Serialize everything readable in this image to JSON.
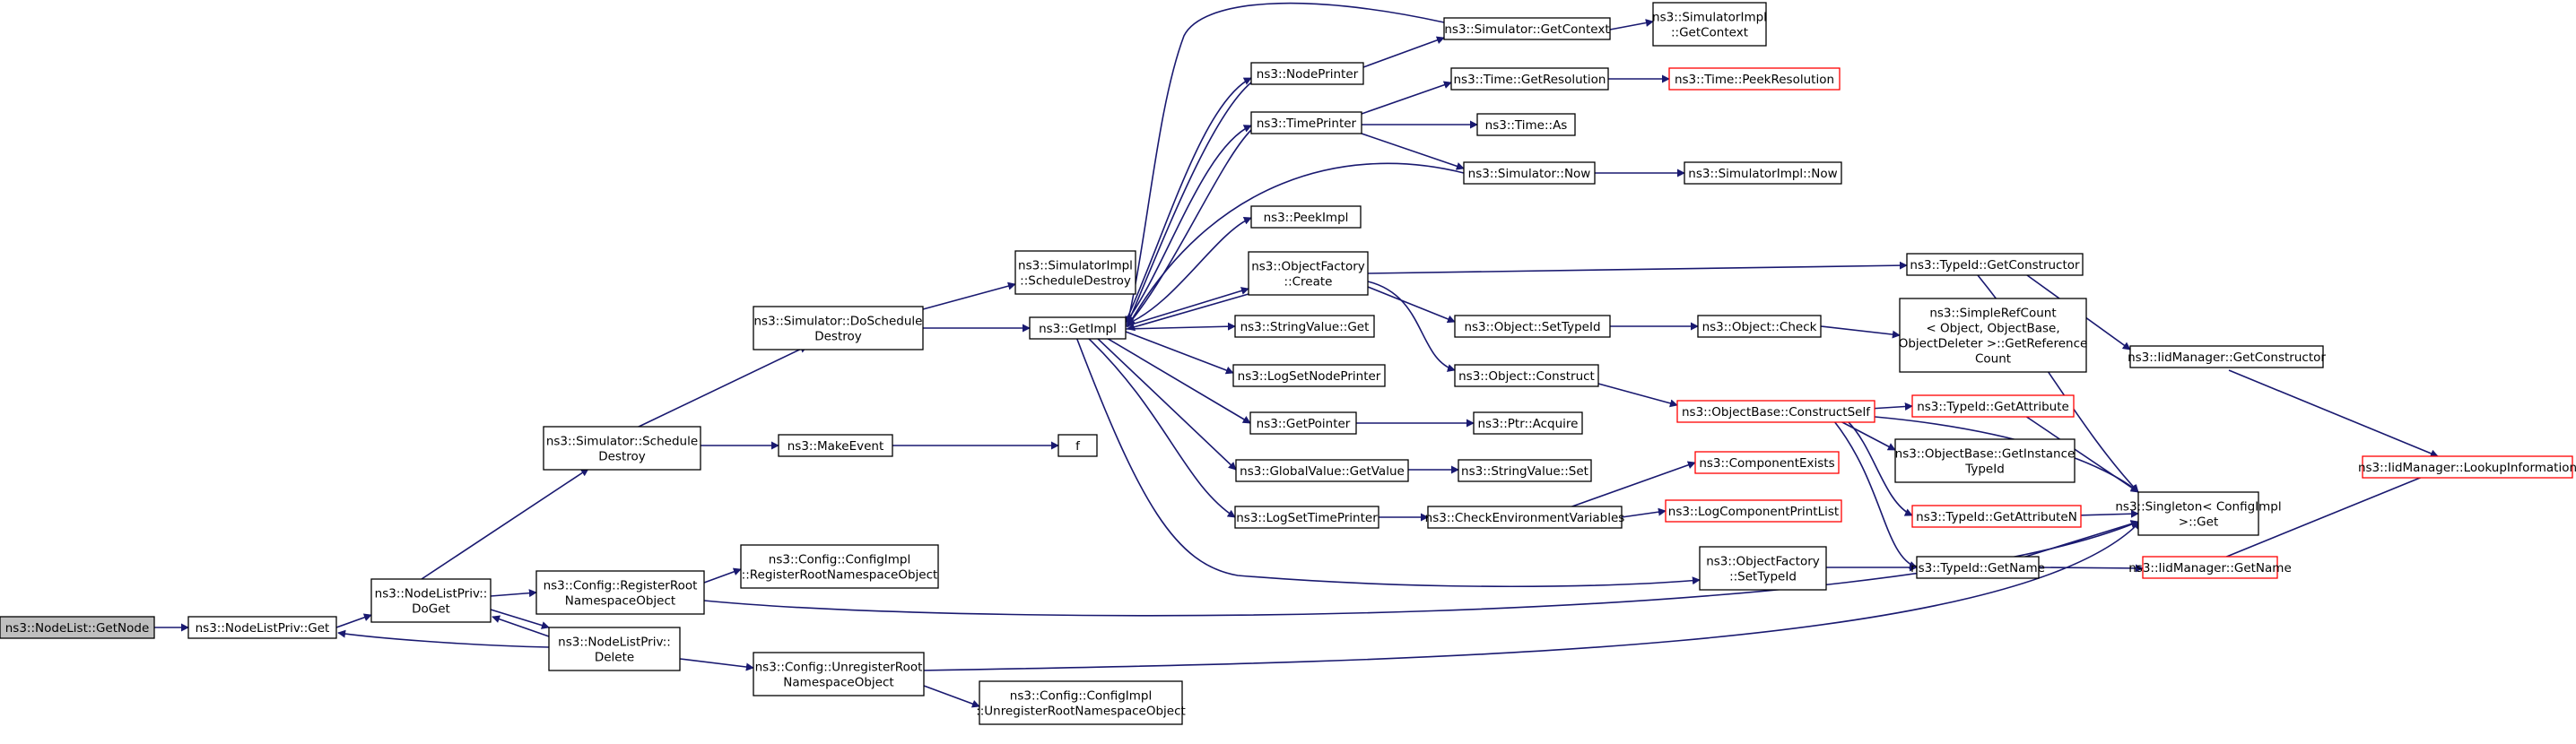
{
  "colors": {
    "edge": "#191970",
    "normal_border": "#000000",
    "red_border": "#ff0000",
    "highlight_fill": "#bfbfbf"
  },
  "nodes": [
    {
      "id": "getnode",
      "lines": [
        "ns3::NodeList::GetNode"
      ],
      "style": "highlight"
    },
    {
      "id": "nlpget",
      "lines": [
        "ns3::NodeListPriv::Get"
      ],
      "style": "normal"
    },
    {
      "id": "doget",
      "lines": [
        "ns3::NodeListPriv::",
        "DoGet"
      ],
      "style": "normal"
    },
    {
      "id": "delete",
      "lines": [
        "ns3::NodeListPriv::",
        "Delete"
      ],
      "style": "normal"
    },
    {
      "id": "simsched",
      "lines": [
        "ns3::Simulator::Schedule",
        "Destroy"
      ],
      "style": "normal"
    },
    {
      "id": "regroot",
      "lines": [
        "ns3::Config::RegisterRoot",
        "NamespaceObject"
      ],
      "style": "normal"
    },
    {
      "id": "cfgreg",
      "lines": [
        "ns3::Config::ConfigImpl",
        "::RegisterRootNamespaceObject"
      ],
      "style": "normal"
    },
    {
      "id": "unregroot",
      "lines": [
        "ns3::Config::UnregisterRoot",
        "NamespaceObject"
      ],
      "style": "normal"
    },
    {
      "id": "cfgunreg",
      "lines": [
        "ns3::Config::ConfigImpl",
        "::UnregisterRootNamespaceObject"
      ],
      "style": "normal"
    },
    {
      "id": "doschd",
      "lines": [
        "ns3::Simulator::DoSchedule",
        "Destroy"
      ],
      "style": "normal"
    },
    {
      "id": "makeevent",
      "lines": [
        "ns3::MakeEvent"
      ],
      "style": "normal"
    },
    {
      "id": "f",
      "lines": [
        "f"
      ],
      "style": "normal"
    },
    {
      "id": "simimplsd",
      "lines": [
        "ns3::SimulatorImpl",
        "::ScheduleDestroy"
      ],
      "style": "normal"
    },
    {
      "id": "getimpl",
      "lines": [
        "ns3::GetImpl"
      ],
      "style": "normal"
    },
    {
      "id": "nodeprinter",
      "lines": [
        "ns3::NodePrinter"
      ],
      "style": "normal"
    },
    {
      "id": "timeprinter",
      "lines": [
        "ns3::TimePrinter"
      ],
      "style": "normal"
    },
    {
      "id": "peekimpl",
      "lines": [
        "ns3::PeekImpl"
      ],
      "style": "normal"
    },
    {
      "id": "ofcreate",
      "lines": [
        "ns3::ObjectFactory",
        "::Create"
      ],
      "style": "normal"
    },
    {
      "id": "svget",
      "lines": [
        "ns3::StringValue::Get"
      ],
      "style": "normal"
    },
    {
      "id": "logsetnp",
      "lines": [
        "ns3::LogSetNodePrinter"
      ],
      "style": "normal"
    },
    {
      "id": "getpointer",
      "lines": [
        "ns3::GetPointer"
      ],
      "style": "normal"
    },
    {
      "id": "gvgetvalue",
      "lines": [
        "ns3::GlobalValue::GetValue"
      ],
      "style": "normal"
    },
    {
      "id": "logsettp",
      "lines": [
        "ns3::LogSetTimePrinter"
      ],
      "style": "normal"
    },
    {
      "id": "simgetctx",
      "lines": [
        "ns3::Simulator::GetContext"
      ],
      "style": "normal"
    },
    {
      "id": "siimplgetctx",
      "lines": [
        "ns3::SimulatorImpl",
        "::GetContext"
      ],
      "style": "normal"
    },
    {
      "id": "timegetres",
      "lines": [
        "ns3::Time::GetResolution"
      ],
      "style": "normal"
    },
    {
      "id": "timepeekres",
      "lines": [
        "ns3::Time::PeekResolution"
      ],
      "style": "red"
    },
    {
      "id": "timeas",
      "lines": [
        "ns3::Time::As"
      ],
      "style": "normal"
    },
    {
      "id": "simnow",
      "lines": [
        "ns3::Simulator::Now"
      ],
      "style": "normal"
    },
    {
      "id": "siimplnow",
      "lines": [
        "ns3::SimulatorImpl::Now"
      ],
      "style": "normal"
    },
    {
      "id": "objsettid",
      "lines": [
        "ns3::Object::SetTypeId"
      ],
      "style": "normal"
    },
    {
      "id": "objconstruct",
      "lines": [
        "ns3::Object::Construct"
      ],
      "style": "normal"
    },
    {
      "id": "ptracquire",
      "lines": [
        "ns3::Ptr::Acquire"
      ],
      "style": "normal"
    },
    {
      "id": "svset",
      "lines": [
        "ns3::StringValue::Set"
      ],
      "style": "normal"
    },
    {
      "id": "checkenv",
      "lines": [
        "ns3::CheckEnvironmentVariables"
      ],
      "style": "normal"
    },
    {
      "id": "compexists",
      "lines": [
        "ns3::ComponentExists"
      ],
      "style": "red"
    },
    {
      "id": "logcpl",
      "lines": [
        "ns3::LogComponentPrintList"
      ],
      "style": "red"
    },
    {
      "id": "ofsettid",
      "lines": [
        "ns3::ObjectFactory",
        "::SetTypeId"
      ],
      "style": "normal"
    },
    {
      "id": "tidgetctor",
      "lines": [
        "ns3::TypeId::GetConstructor"
      ],
      "style": "normal"
    },
    {
      "id": "objcheck",
      "lines": [
        "ns3::Object::Check"
      ],
      "style": "normal"
    },
    {
      "id": "simplerefcount",
      "lines": [
        "ns3::SimpleRefCount",
        "< Object, ObjectBase,",
        "ObjectDeleter >::GetReference",
        "Count"
      ],
      "style": "normal"
    },
    {
      "id": "obconstructself",
      "lines": [
        "ns3::ObjectBase::ConstructSelf"
      ],
      "style": "red"
    },
    {
      "id": "tidgetattr",
      "lines": [
        "ns3::TypeId::GetAttribute"
      ],
      "style": "red"
    },
    {
      "id": "obgetinst",
      "lines": [
        "ns3::ObjectBase::GetInstance",
        "TypeId"
      ],
      "style": "normal"
    },
    {
      "id": "tidgetattrn",
      "lines": [
        "ns3::TypeId::GetAttributeN"
      ],
      "style": "red"
    },
    {
      "id": "tidgetname",
      "lines": [
        "ns3::TypeId::GetName"
      ],
      "style": "normal"
    },
    {
      "id": "iidgetctor",
      "lines": [
        "ns3::IidManager::GetConstructor"
      ],
      "style": "normal"
    },
    {
      "id": "singleton",
      "lines": [
        "ns3::Singleton< ConfigImpl",
        ">::Get"
      ],
      "style": "normal"
    },
    {
      "id": "iidgetname",
      "lines": [
        "ns3::IidManager::GetName"
      ],
      "style": "red"
    },
    {
      "id": "iidlookup",
      "lines": [
        "ns3::IidManager::LookupInformation"
      ],
      "style": "red"
    }
  ]
}
